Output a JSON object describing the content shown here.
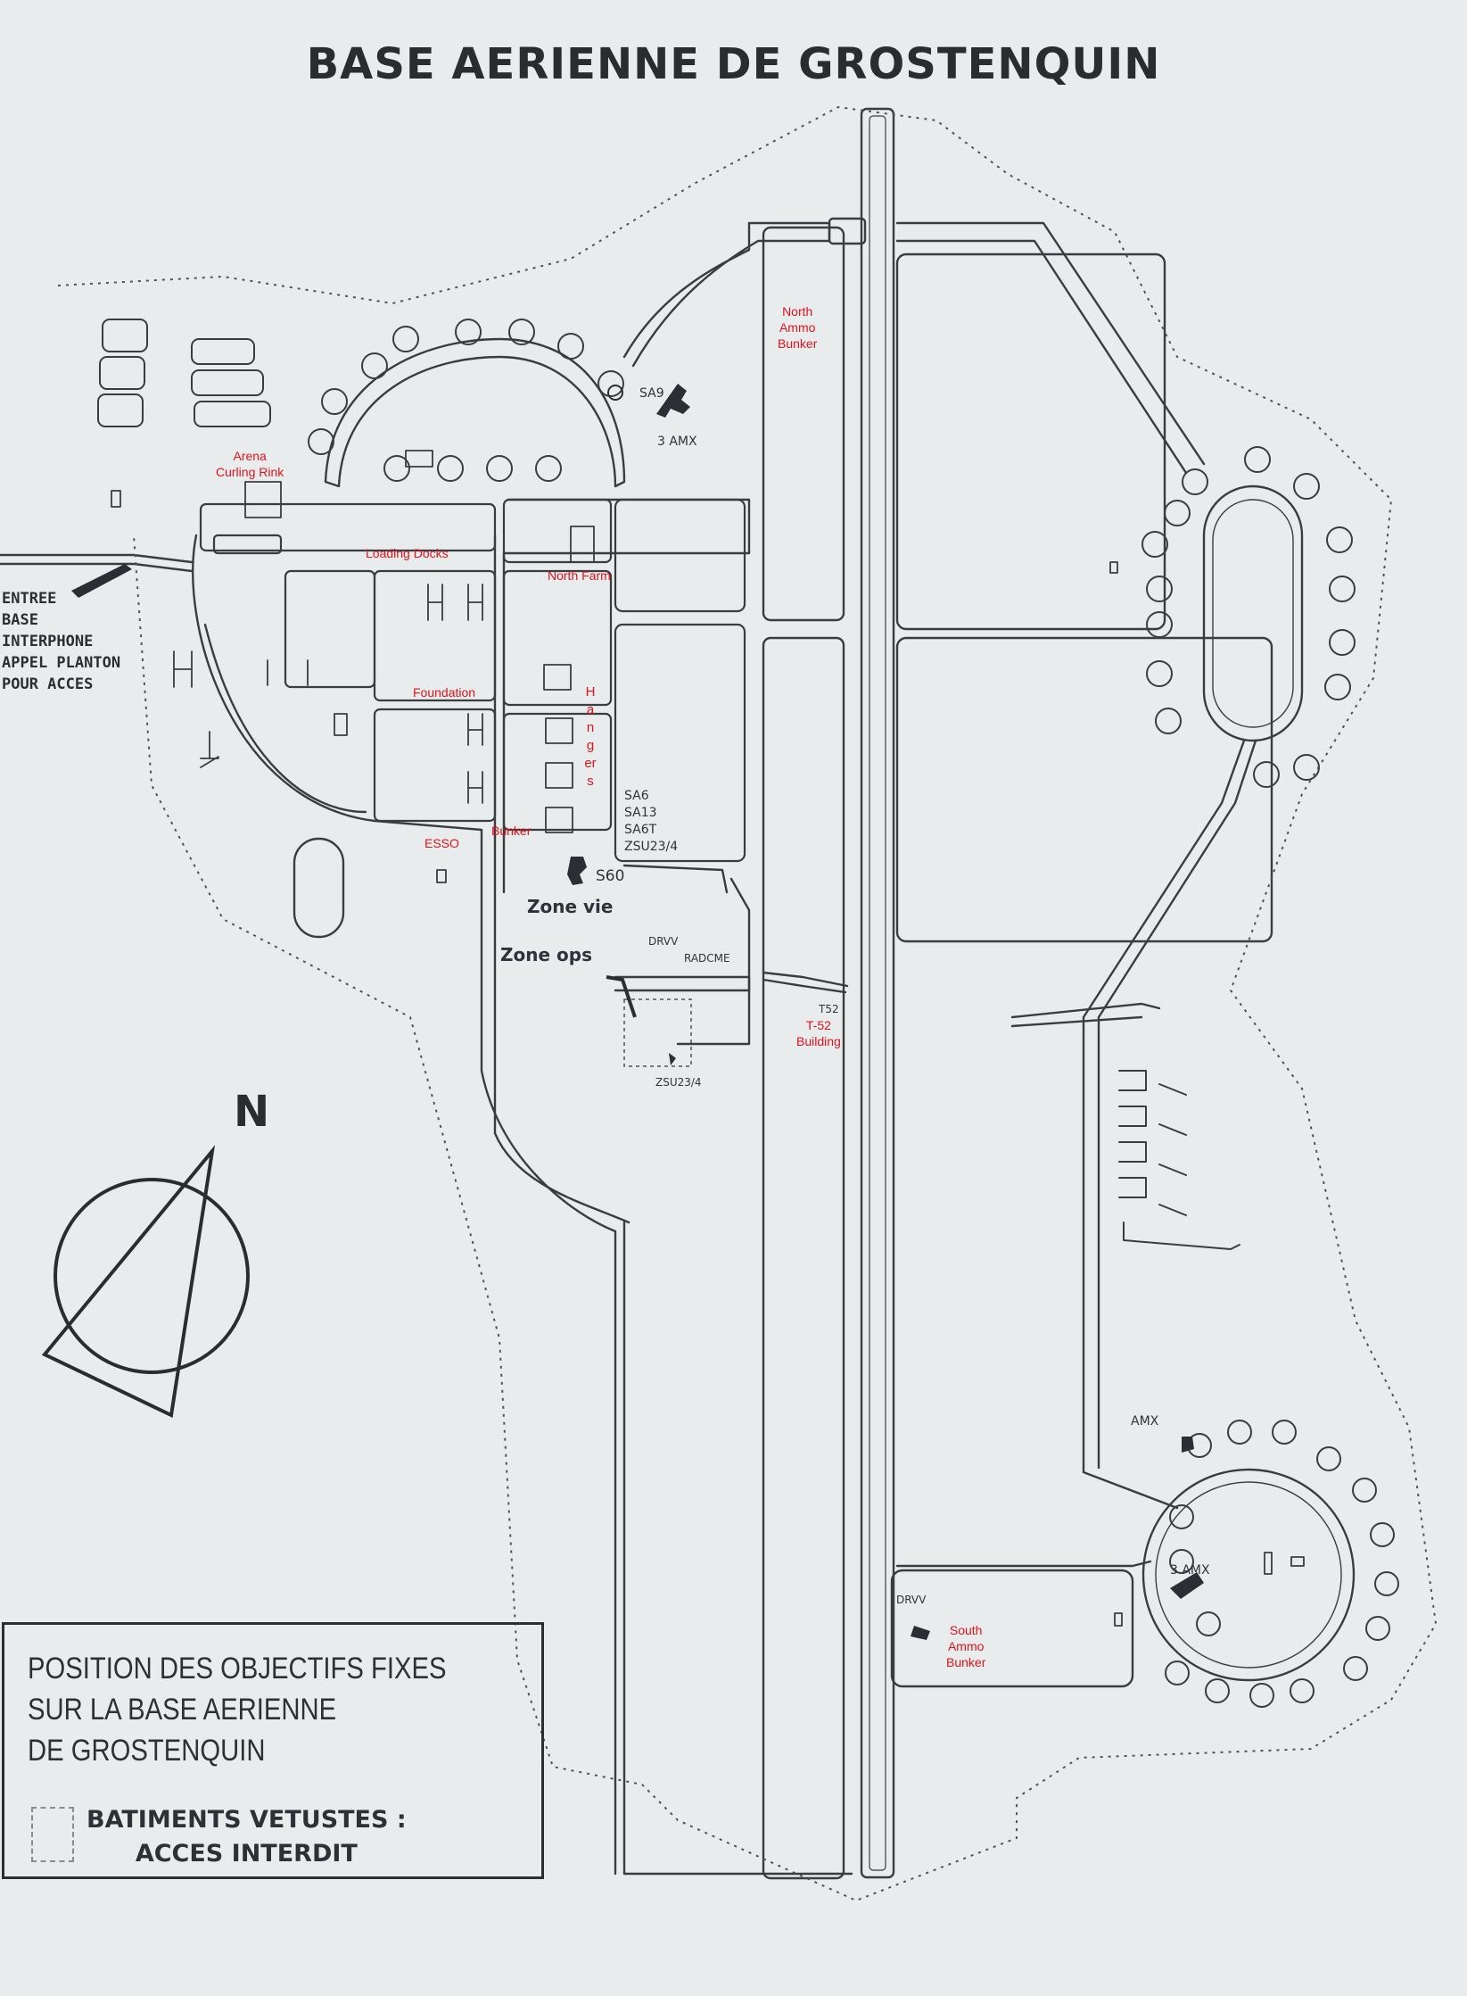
{
  "title": "BASE AERIENNE DE GROSTENQUIN",
  "red_labels": {
    "north_ammo_bunker": [
      "North",
      "Ammo",
      "Bunker"
    ],
    "arena": [
      "Arena",
      "Curling Rink"
    ],
    "loading_docks": "Loading Docks",
    "north_farm": "North Farm",
    "foundation": "Foundation",
    "hangers": "Hangers",
    "esso": "ESSO",
    "bunker": "Bunker",
    "t52_building": [
      "T-52",
      "Building"
    ],
    "south_ammo_bunker": [
      "South",
      "Ammo",
      "Bunker"
    ]
  },
  "map_labels": {
    "sa9": "SA9",
    "amx_north": "3 AMX",
    "sam_list": [
      "SA6",
      "SA13",
      "SA6T",
      "ZSU23/4"
    ],
    "s60": "S60",
    "zone_vie": "Zone vie",
    "zone_ops": "Zone ops",
    "drvv_center": "DRVV",
    "radcme": "RADCME",
    "t52": "T52",
    "zsu_south": "ZSU23/4",
    "amx_east": "AMX",
    "amx_south": "3 AMX",
    "drvv_south": "DRVV"
  },
  "entree": [
    "ENTREE",
    "BASE",
    "INTERPHONE",
    "APPEL PLANTON",
    "POUR ACCES"
  ],
  "north_indicator": "N",
  "legend": {
    "lines": [
      "POSITION DES OBJECTIFS FIXES",
      "SUR LA BASE AERIENNE",
      "DE GROSTENQUIN"
    ],
    "warning": [
      "BATIMENTS VETUSTES :",
      "ACCES INTERDIT"
    ]
  },
  "colors": {
    "background": "#e9ecec",
    "ink": "#2c2e34",
    "annotation_red": "#e0121b"
  }
}
